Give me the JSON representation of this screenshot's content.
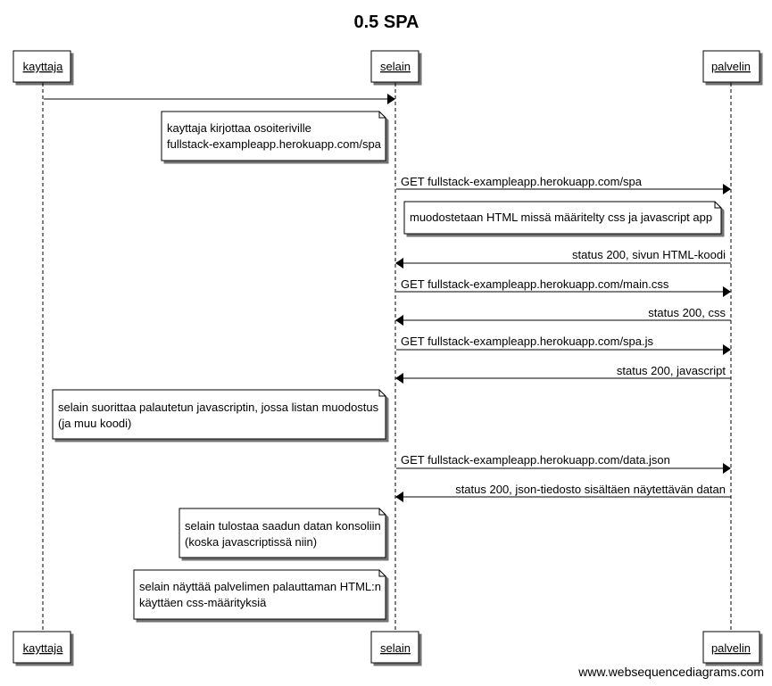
{
  "title": "0.5 SPA",
  "participants": [
    {
      "id": "kayttaja",
      "label": "kayttaja"
    },
    {
      "id": "selain",
      "label": "selain"
    },
    {
      "id": "palvelin",
      "label": "palvelin"
    }
  ],
  "steps": [
    {
      "type": "message",
      "from": "kayttaja",
      "to": "selain",
      "label": ""
    },
    {
      "type": "note",
      "over": "selain",
      "lines": [
        "kayttaja kirjottaa osoiteriville",
        "fullstack-exampleapp.herokuapp.com/spa"
      ]
    },
    {
      "type": "message",
      "from": "selain",
      "to": "palvelin",
      "label": "GET fullstack-exampleapp.herokuapp.com/spa"
    },
    {
      "type": "note",
      "over": "palvelin",
      "lines": [
        "muodostetaan HTML missä määritelty css ja javascript app"
      ]
    },
    {
      "type": "message",
      "from": "palvelin",
      "to": "selain",
      "label": "status 200, sivun HTML-koodi"
    },
    {
      "type": "message",
      "from": "selain",
      "to": "palvelin",
      "label": "GET fullstack-exampleapp.herokuapp.com/main.css"
    },
    {
      "type": "message",
      "from": "palvelin",
      "to": "selain",
      "label": "status 200, css"
    },
    {
      "type": "message",
      "from": "selain",
      "to": "palvelin",
      "label": "GET fullstack-exampleapp.herokuapp.com/spa.js"
    },
    {
      "type": "message",
      "from": "palvelin",
      "to": "selain",
      "label": "status 200, javascript"
    },
    {
      "type": "note",
      "over": "selain",
      "lines": [
        "selain suorittaa palautetun javascriptin, jossa listan muodostus",
        "(ja muu koodi)"
      ]
    },
    {
      "type": "message",
      "from": "selain",
      "to": "palvelin",
      "label": "GET fullstack-exampleapp.herokuapp.com/data.json"
    },
    {
      "type": "message",
      "from": "palvelin",
      "to": "selain",
      "label": "status 200, json-tiedosto sisältäen näytettävän datan"
    },
    {
      "type": "note",
      "over": "selain",
      "lines": [
        "selain tulostaa saadun datan konsoliin",
        "(koska javascriptissä niin)"
      ]
    },
    {
      "type": "note",
      "over": "selain",
      "lines": [
        "selain näyttää palvelimen palauttaman HTML:n",
        "käyttäen css-määrityksiä"
      ]
    }
  ],
  "watermark": "www.websequencediagrams.com"
}
